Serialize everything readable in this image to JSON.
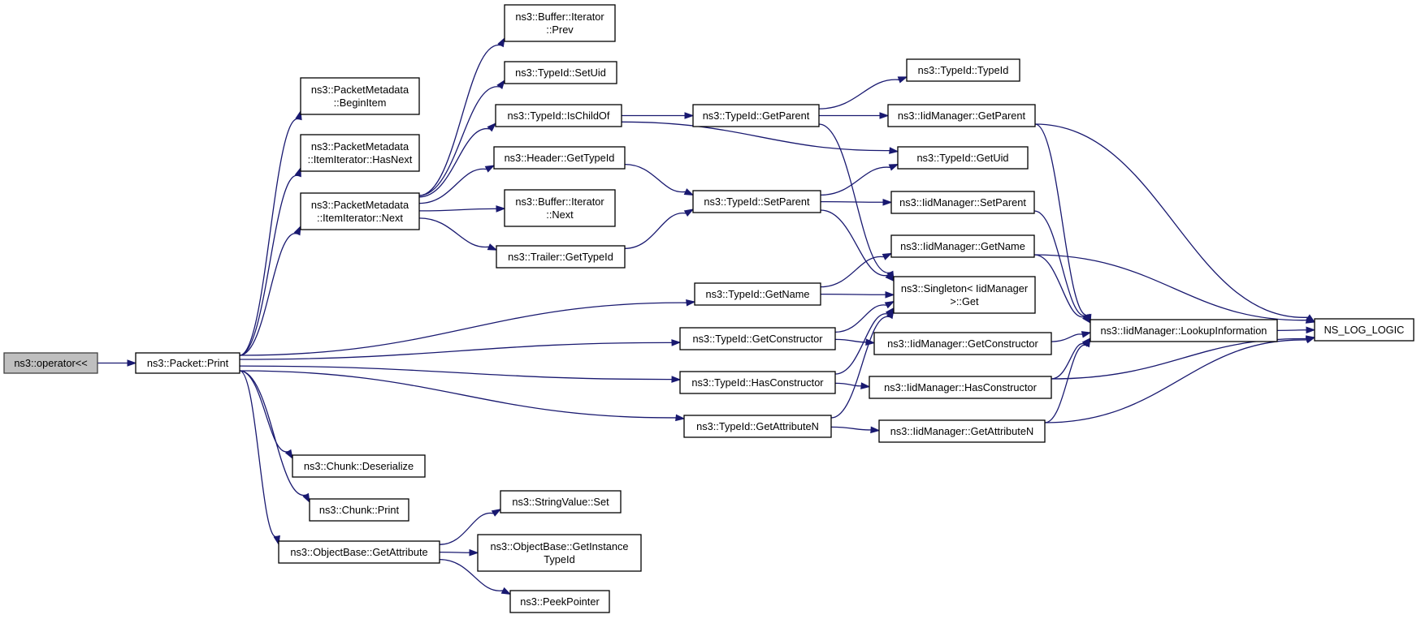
{
  "nodes": [
    {
      "id": "op",
      "lines": [
        "ns3::operator<<"
      ],
      "root": true
    },
    {
      "id": "print",
      "lines": [
        "ns3::Packet::Print"
      ]
    },
    {
      "id": "begin",
      "lines": [
        "ns3::PacketMetadata",
        "::BeginItem"
      ]
    },
    {
      "id": "hasnext",
      "lines": [
        "ns3::PacketMetadata",
        "::ItemIterator::HasNext"
      ]
    },
    {
      "id": "next",
      "lines": [
        "ns3::PacketMetadata",
        "::ItemIterator::Next"
      ]
    },
    {
      "id": "chunkdes",
      "lines": [
        "ns3::Chunk::Deserialize"
      ]
    },
    {
      "id": "chunkprint",
      "lines": [
        "ns3::Chunk::Print"
      ]
    },
    {
      "id": "objgetattr",
      "lines": [
        "ns3::ObjectBase::GetAttribute"
      ]
    },
    {
      "id": "bufprev",
      "lines": [
        "ns3::Buffer::Iterator",
        "::Prev"
      ]
    },
    {
      "id": "setuid",
      "lines": [
        "ns3::TypeId::SetUid"
      ]
    },
    {
      "id": "ischild",
      "lines": [
        "ns3::TypeId::IsChildOf"
      ]
    },
    {
      "id": "hdrtype",
      "lines": [
        "ns3::Header::GetTypeId"
      ]
    },
    {
      "id": "bufnext",
      "lines": [
        "ns3::Buffer::Iterator",
        "::Next"
      ]
    },
    {
      "id": "trltype",
      "lines": [
        "ns3::Trailer::GetTypeId"
      ]
    },
    {
      "id": "strset",
      "lines": [
        "ns3::StringValue::Set"
      ]
    },
    {
      "id": "objinst",
      "lines": [
        "ns3::ObjectBase::GetInstance",
        "TypeId"
      ]
    },
    {
      "id": "peek",
      "lines": [
        "ns3::PeekPointer"
      ]
    },
    {
      "id": "getparent",
      "lines": [
        "ns3::TypeId::GetParent"
      ]
    },
    {
      "id": "setparent",
      "lines": [
        "ns3::TypeId::SetParent"
      ]
    },
    {
      "id": "getname",
      "lines": [
        "ns3::TypeId::GetName"
      ]
    },
    {
      "id": "getctor",
      "lines": [
        "ns3::TypeId::GetConstructor"
      ]
    },
    {
      "id": "hasctor",
      "lines": [
        "ns3::TypeId::HasConstructor"
      ]
    },
    {
      "id": "getattrn",
      "lines": [
        "ns3::TypeId::GetAttributeN"
      ]
    },
    {
      "id": "typeid",
      "lines": [
        "ns3::TypeId::TypeId"
      ]
    },
    {
      "id": "imgetparent",
      "lines": [
        "ns3::IidManager::GetParent"
      ]
    },
    {
      "id": "getuid",
      "lines": [
        "ns3::TypeId::GetUid"
      ]
    },
    {
      "id": "imsetparent",
      "lines": [
        "ns3::IidManager::SetParent"
      ]
    },
    {
      "id": "imgetname",
      "lines": [
        "ns3::IidManager::GetName"
      ]
    },
    {
      "id": "singleton",
      "lines": [
        "ns3::Singleton< IidManager",
        " >::Get"
      ]
    },
    {
      "id": "imgetctor",
      "lines": [
        "ns3::IidManager::GetConstructor"
      ]
    },
    {
      "id": "imhasctor",
      "lines": [
        "ns3::IidManager::HasConstructor"
      ]
    },
    {
      "id": "imgetattrn",
      "lines": [
        "ns3::IidManager::GetAttributeN"
      ]
    },
    {
      "id": "lookup",
      "lines": [
        "ns3::IidManager::LookupInformation"
      ]
    },
    {
      "id": "nslog",
      "lines": [
        "NS_LOG_LOGIC"
      ]
    }
  ],
  "edges": [
    [
      "op",
      "print"
    ],
    [
      "print",
      "begin"
    ],
    [
      "print",
      "hasnext"
    ],
    [
      "print",
      "next"
    ],
    [
      "print",
      "getname"
    ],
    [
      "print",
      "getctor"
    ],
    [
      "print",
      "hasctor"
    ],
    [
      "print",
      "getattrn"
    ],
    [
      "print",
      "chunkdes"
    ],
    [
      "print",
      "chunkprint"
    ],
    [
      "print",
      "objgetattr"
    ],
    [
      "next",
      "bufprev"
    ],
    [
      "next",
      "setuid"
    ],
    [
      "next",
      "ischild"
    ],
    [
      "next",
      "hdrtype"
    ],
    [
      "next",
      "bufnext"
    ],
    [
      "next",
      "trltype"
    ],
    [
      "ischild",
      "getparent"
    ],
    [
      "ischild",
      "getuid"
    ],
    [
      "hdrtype",
      "setparent"
    ],
    [
      "trltype",
      "setparent"
    ],
    [
      "getparent",
      "typeid"
    ],
    [
      "getparent",
      "imgetparent"
    ],
    [
      "getparent",
      "singleton"
    ],
    [
      "setparent",
      "getuid"
    ],
    [
      "setparent",
      "imsetparent"
    ],
    [
      "setparent",
      "singleton"
    ],
    [
      "getname",
      "imgetname"
    ],
    [
      "getname",
      "singleton"
    ],
    [
      "getctor",
      "singleton"
    ],
    [
      "getctor",
      "imgetctor"
    ],
    [
      "hasctor",
      "singleton"
    ],
    [
      "hasctor",
      "imhasctor"
    ],
    [
      "getattrn",
      "singleton"
    ],
    [
      "getattrn",
      "imgetattrn"
    ],
    [
      "imgetparent",
      "lookup"
    ],
    [
      "imgetparent",
      "nslog"
    ],
    [
      "imsetparent",
      "lookup"
    ],
    [
      "imgetname",
      "lookup"
    ],
    [
      "imgetname",
      "nslog"
    ],
    [
      "imgetctor",
      "lookup"
    ],
    [
      "imhasctor",
      "lookup"
    ],
    [
      "imhasctor",
      "nslog"
    ],
    [
      "imgetattrn",
      "lookup"
    ],
    [
      "imgetattrn",
      "nslog"
    ],
    [
      "lookup",
      "nslog"
    ],
    [
      "objgetattr",
      "strset"
    ],
    [
      "objgetattr",
      "objinst"
    ],
    [
      "objgetattr",
      "peek"
    ]
  ]
}
